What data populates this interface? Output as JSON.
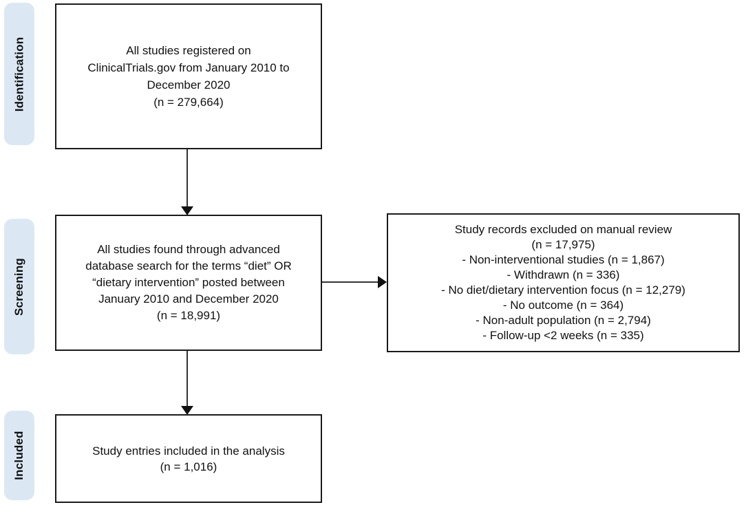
{
  "diagram": {
    "colors": {
      "stage_background": "#dbe8f4",
      "stage_text": "#111111",
      "box_border": "#1a1a1a",
      "box_background": "#ffffff",
      "arrow_line": "#333333",
      "arrow_head": "#111111",
      "page_background": "#ffffff"
    },
    "stages": {
      "identification": {
        "label": "Identification"
      },
      "screening": {
        "label": "Screening"
      },
      "included": {
        "label": "Included"
      }
    },
    "boxes": {
      "registered": {
        "lines": [
          "All studies registered on",
          "ClinicalTrials.gov from January 2010 to",
          "December 2020",
          "(n = 279,664)"
        ]
      },
      "searched": {
        "lines": [
          "All studies found through advanced",
          "database search for the terms “diet” OR",
          "“dietary intervention” posted between",
          "January 2010 and December 2020",
          "(n = 18,991)"
        ]
      },
      "excluded": {
        "lines": [
          "Study records excluded on manual review",
          "(n = 17,975)",
          "- Non-interventional studies (n = 1,867)",
          "- Withdrawn (n = 336)",
          "- No diet/dietary intervention focus (n = 12,279)",
          "- No outcome (n = 364)",
          "- Non-adult population (n = 2,794)",
          "- Follow-up <2 weeks (n = 335)"
        ]
      },
      "included": {
        "lines": [
          "Study entries included in the analysis",
          "(n = 1,016)"
        ]
      }
    }
  }
}
